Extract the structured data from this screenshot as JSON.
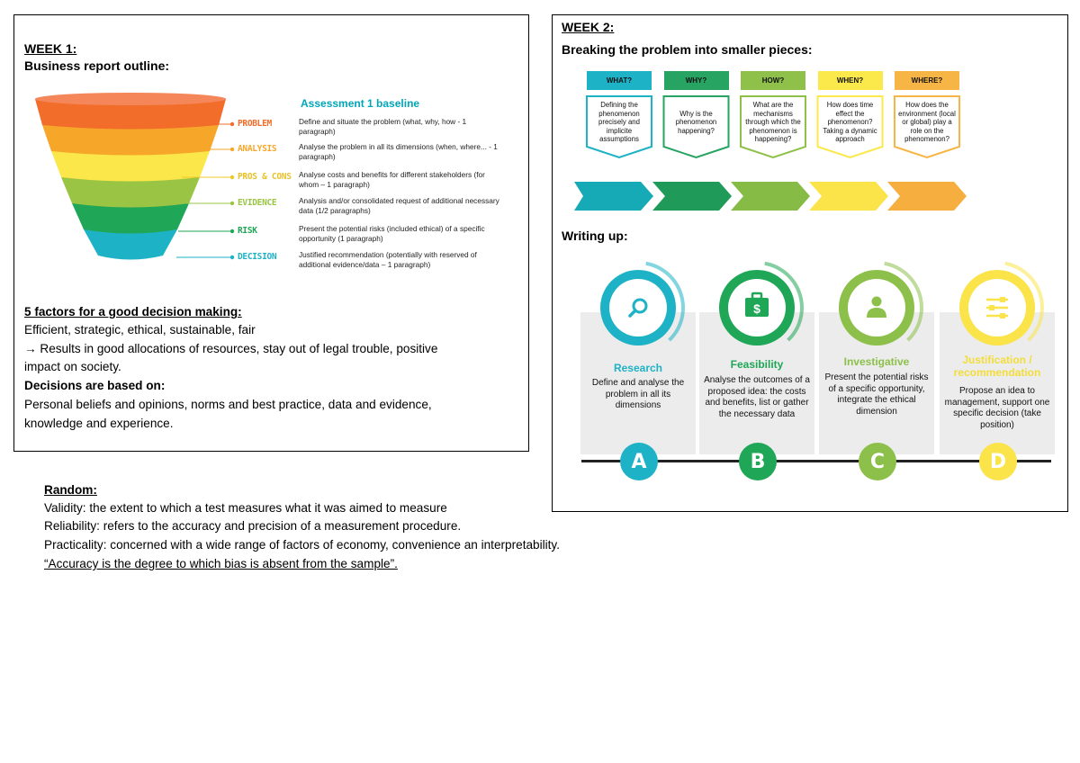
{
  "week1": {
    "heading": "WEEK 1:",
    "subheading": "Business report outline:",
    "assessment_title": "Assessment 1 baseline",
    "funnel": [
      {
        "label": "PROBLEM",
        "desc": "Define and situate the problem (what, why, how - 1 paragraph)",
        "color": "#f26c2a"
      },
      {
        "label": "ANALYSIS",
        "desc": "Analyse the problem in all its dimensions (when, where... - 1 paragraph)",
        "color": "#f6a72a"
      },
      {
        "label": "PROS & CONS",
        "desc": "Analyse costs and benefits for different stakeholders (for whom – 1 paragraph)",
        "color": "#fbe74a"
      },
      {
        "label": "EVIDENCE",
        "desc": "Analysis and/or consolidated request of additional necessary data (1/2 paragraphs)",
        "color": "#9ac444"
      },
      {
        "label": "RISK",
        "desc": "Present the potential risks (included ethical) of a specific opportunity (1 paragraph)",
        "color": "#1fa656"
      },
      {
        "label": "DECISION",
        "desc": "Justified recommendation (potentially with reserved of additional evidence/data – 1 paragraph)",
        "color": "#1eb2c6"
      }
    ],
    "factors_heading": "5 factors for a good decision making: ",
    "factors_text": "Efficient, strategic, ethical, sustainable, fair",
    "results_line1": "→ Results in good allocations of resources, stay out of legal trouble, positive",
    "results_line2": "impact on society.",
    "decisions_heading": "Decisions are based on:",
    "decisions_line1": "Personal beliefs and opinions, norms and best practice, data and evidence,",
    "decisions_line2": "knowledge and experience."
  },
  "week2": {
    "heading": "WEEK 2:",
    "subheading": "Breaking the problem into smaller pieces:",
    "steps": [
      {
        "head": "WHAT?",
        "body": "Defining the phenomenon precisely and implicite assumptions",
        "color": "#1eb2c6",
        "arrow": "#16a9b6"
      },
      {
        "head": "WHY?",
        "body": "Why is the phenomenon happening?",
        "color": "#27a462",
        "arrow": "#1f9a58"
      },
      {
        "head": "HOW?",
        "body": "What are the mechanisms through which the phenomenon is happening?",
        "color": "#8fc14a",
        "arrow": "#86bb46"
      },
      {
        "head": "WHEN?",
        "body": "How does time effect the phenomenon? Taking a dynamic approach",
        "color": "#fbe84a",
        "arrow": "#fbe34a"
      },
      {
        "head": "WHERE?",
        "body": "How does the environment (local or global) play a role on the phenomenon?",
        "color": "#f7b545",
        "arrow": "#f6ae3e"
      }
    ],
    "writing_heading": "Writing up:",
    "writing": [
      {
        "title": "Research",
        "desc": "Define and analyse the problem in all its dimensions",
        "letter": "A",
        "color": "#1eb2c6",
        "icon": "search-icon"
      },
      {
        "title": "Feasibility",
        "desc": "Analyse the outcomes of a proposed idea: the costs and benefits, list or gather the necessary data",
        "letter": "B",
        "color": "#1fa656",
        "icon": "briefcase-dollar-icon"
      },
      {
        "title": "Investigative",
        "desc": "Present the potential risks of a specific opportunity, integrate the ethical dimension",
        "letter": "C",
        "color": "#8dc04a",
        "icon": "person-icon"
      },
      {
        "title": "Justification / recommendation",
        "desc": "Propose an idea to management, support one specific decision (take position)",
        "letter": "D",
        "color": "#fbe34a",
        "icon": "sliders-icon"
      }
    ],
    "dollar_sign": "$"
  },
  "random": {
    "heading": "Random:",
    "lines": [
      "Validity: the extent to which a test measures what it was aimed to measure",
      "Reliability: refers to the accuracy and precision of a measurement procedure.",
      "Practicality: concerned with a wide range of factors of economy, convenience an interpretability.",
      "“Accuracy is the degree to which bias is absent from the sample”."
    ]
  }
}
